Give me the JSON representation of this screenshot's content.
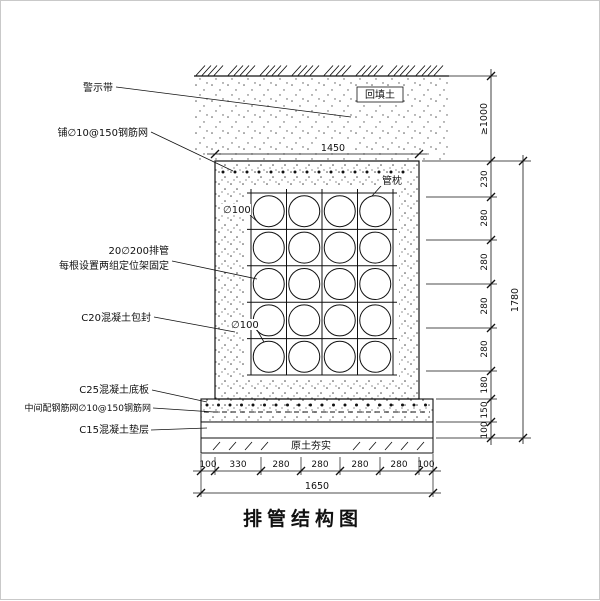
{
  "drawing": {
    "title": "排管结构图"
  },
  "labels": {
    "warning_tape": "警示带",
    "backfill_soil": "回填土",
    "top_mesh": "铺∅10@150钢筋网",
    "pipe_support": "管枕",
    "pipe_dia_top": "∅100",
    "pipe_dia_bottom": "∅100",
    "pipes_note_line1": "20∅200排管",
    "pipes_note_line2": "每根设置两组定位架固定",
    "c20_encasement": "C20混凝土包封",
    "c25_base_slab": "C25混凝土底板",
    "middle_mesh": "中间配钢筋网∅10@150钢筋网",
    "c15_cushion": "C15混凝土垫层",
    "compacted_soil": "原土夯实"
  },
  "dimensions": {
    "top_width": "1450",
    "cover_depth": "≥1000",
    "right_segments": [
      "230",
      "280",
      "280",
      "280",
      "280",
      "180",
      "150",
      "100"
    ],
    "right_total": "1780",
    "bottom_segments": [
      "100",
      "330",
      "280",
      "280",
      "280",
      "280",
      "100"
    ],
    "bottom_total": "1650"
  }
}
